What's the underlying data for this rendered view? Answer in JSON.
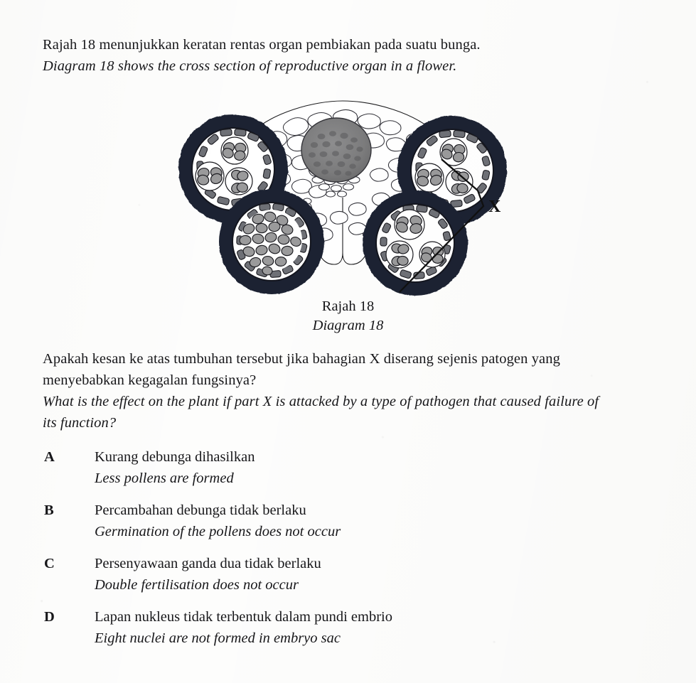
{
  "stem": {
    "line_malay": "Rajah 18 menunjukkan keratan rentas organ pembiakan pada suatu bunga.",
    "line_english": "Diagram 18 shows the cross section of reproductive organ in a flower."
  },
  "figure": {
    "label_x": "X",
    "caption_malay": "Rajah 18",
    "caption_english": "Diagram 18",
    "description": "Cross section of an anther showing four pollen sacs, central vascular bundle and connective parenchyma tissue",
    "colors": {
      "wall_dark_navy": "#1e2433",
      "tapetum_gray": "#6e7076",
      "pollen_gray": "#9a9a9b",
      "vascular_bundle_gray": "#7d7d7e",
      "outline_black": "#141414",
      "paper_white": "#fdfdfc"
    },
    "parts": [
      "pollen sac (upper left)",
      "pollen sac (upper right)",
      "pollen sac (lower left)",
      "pollen sac (lower right)",
      "vascular bundle",
      "connective tissue"
    ]
  },
  "question": {
    "line_malay_1": "Apakah kesan ke atas tumbuhan tersebut jika bahagian X diserang sejenis patogen yang",
    "line_malay_2": "menyebabkan kegagalan fungsinya?",
    "line_english_1": "What is the effect on the plant if part X is attacked by a type of pathogen that caused failure of",
    "line_english_2": "its function?"
  },
  "options": [
    {
      "letter": "A",
      "malay": "Kurang debunga dihasilkan",
      "english": "Less pollens are formed"
    },
    {
      "letter": "B",
      "malay": "Percambahan debunga tidak berlaku",
      "english": "Germination of the pollens does not occur"
    },
    {
      "letter": "C",
      "malay": "Persenyawaan ganda dua tidak berlaku",
      "english": "Double fertilisation does not occur"
    },
    {
      "letter": "D",
      "malay": "Lapan nukleus tidak terbentuk dalam pundi embrio",
      "english": "Eight nuclei are not formed in embryo sac"
    }
  ]
}
